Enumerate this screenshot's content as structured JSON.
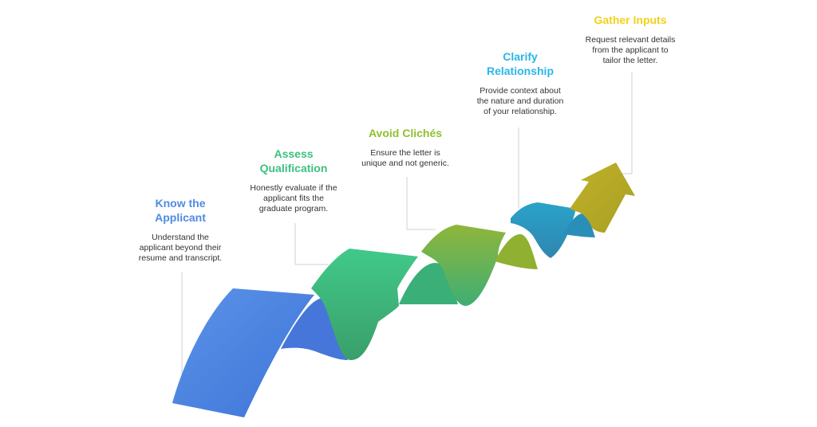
{
  "steps": [
    {
      "title_line1": "Know the",
      "title_line2": "Applicant",
      "desc_line1": "Understand the",
      "desc_line2": "applicant beyond their",
      "desc_line3": "resume and transcript.",
      "color": "#4f8ae6"
    },
    {
      "title_line1": "Assess",
      "title_line2": "Qualification",
      "desc_line1": "Honestly evaluate if the",
      "desc_line2": "applicant fits the",
      "desc_line3": "graduate program.",
      "color": "#3cc17f"
    },
    {
      "title_line1": "Avoid Clichés",
      "title_line2": "",
      "desc_line1": "Ensure the letter is",
      "desc_line2": "unique and not generic.",
      "desc_line3": "",
      "color": "#8fc02f"
    },
    {
      "title_line1": "Clarify",
      "title_line2": "Relationship",
      "desc_line1": "Provide context about",
      "desc_line2": "the nature and duration",
      "desc_line3": "of your relationship.",
      "color": "#29b6e8"
    },
    {
      "title_line1": "Gather Inputs",
      "title_line2": "",
      "desc_line1": "Request relevant details",
      "desc_line2": "from the applicant to",
      "desc_line3": "tailor the letter.",
      "color": "#f2d21b"
    }
  ]
}
